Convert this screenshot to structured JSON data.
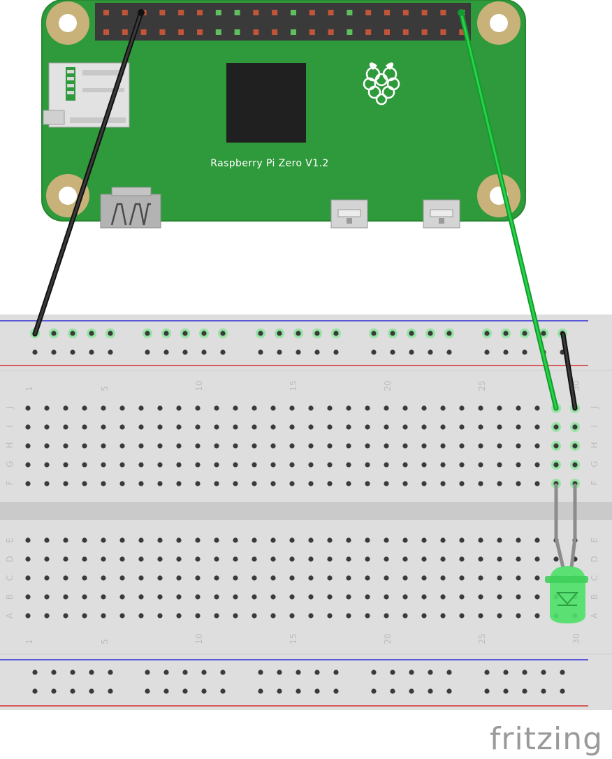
{
  "board": {
    "label": "Raspberry Pi Zero V1.2"
  },
  "breadboard": {
    "column_labels": [
      "1",
      "5",
      "10",
      "15",
      "20",
      "25",
      "30"
    ],
    "rows_top": [
      "J",
      "I",
      "H",
      "G",
      "F"
    ],
    "rows_bottom": [
      "E",
      "D",
      "C",
      "B",
      "A"
    ]
  },
  "logo": {
    "text": "fritzing"
  },
  "colors": {
    "pcb_green": "#2f9a3c",
    "wire_black": "#1e1e1e",
    "wire_green": "#19c23a",
    "led_green": "#4fe06a"
  },
  "icons": [
    "raspberry-logo-icon",
    "sd-card-slot",
    "mini-hdmi-port",
    "micro-usb-port",
    "green-led"
  ]
}
